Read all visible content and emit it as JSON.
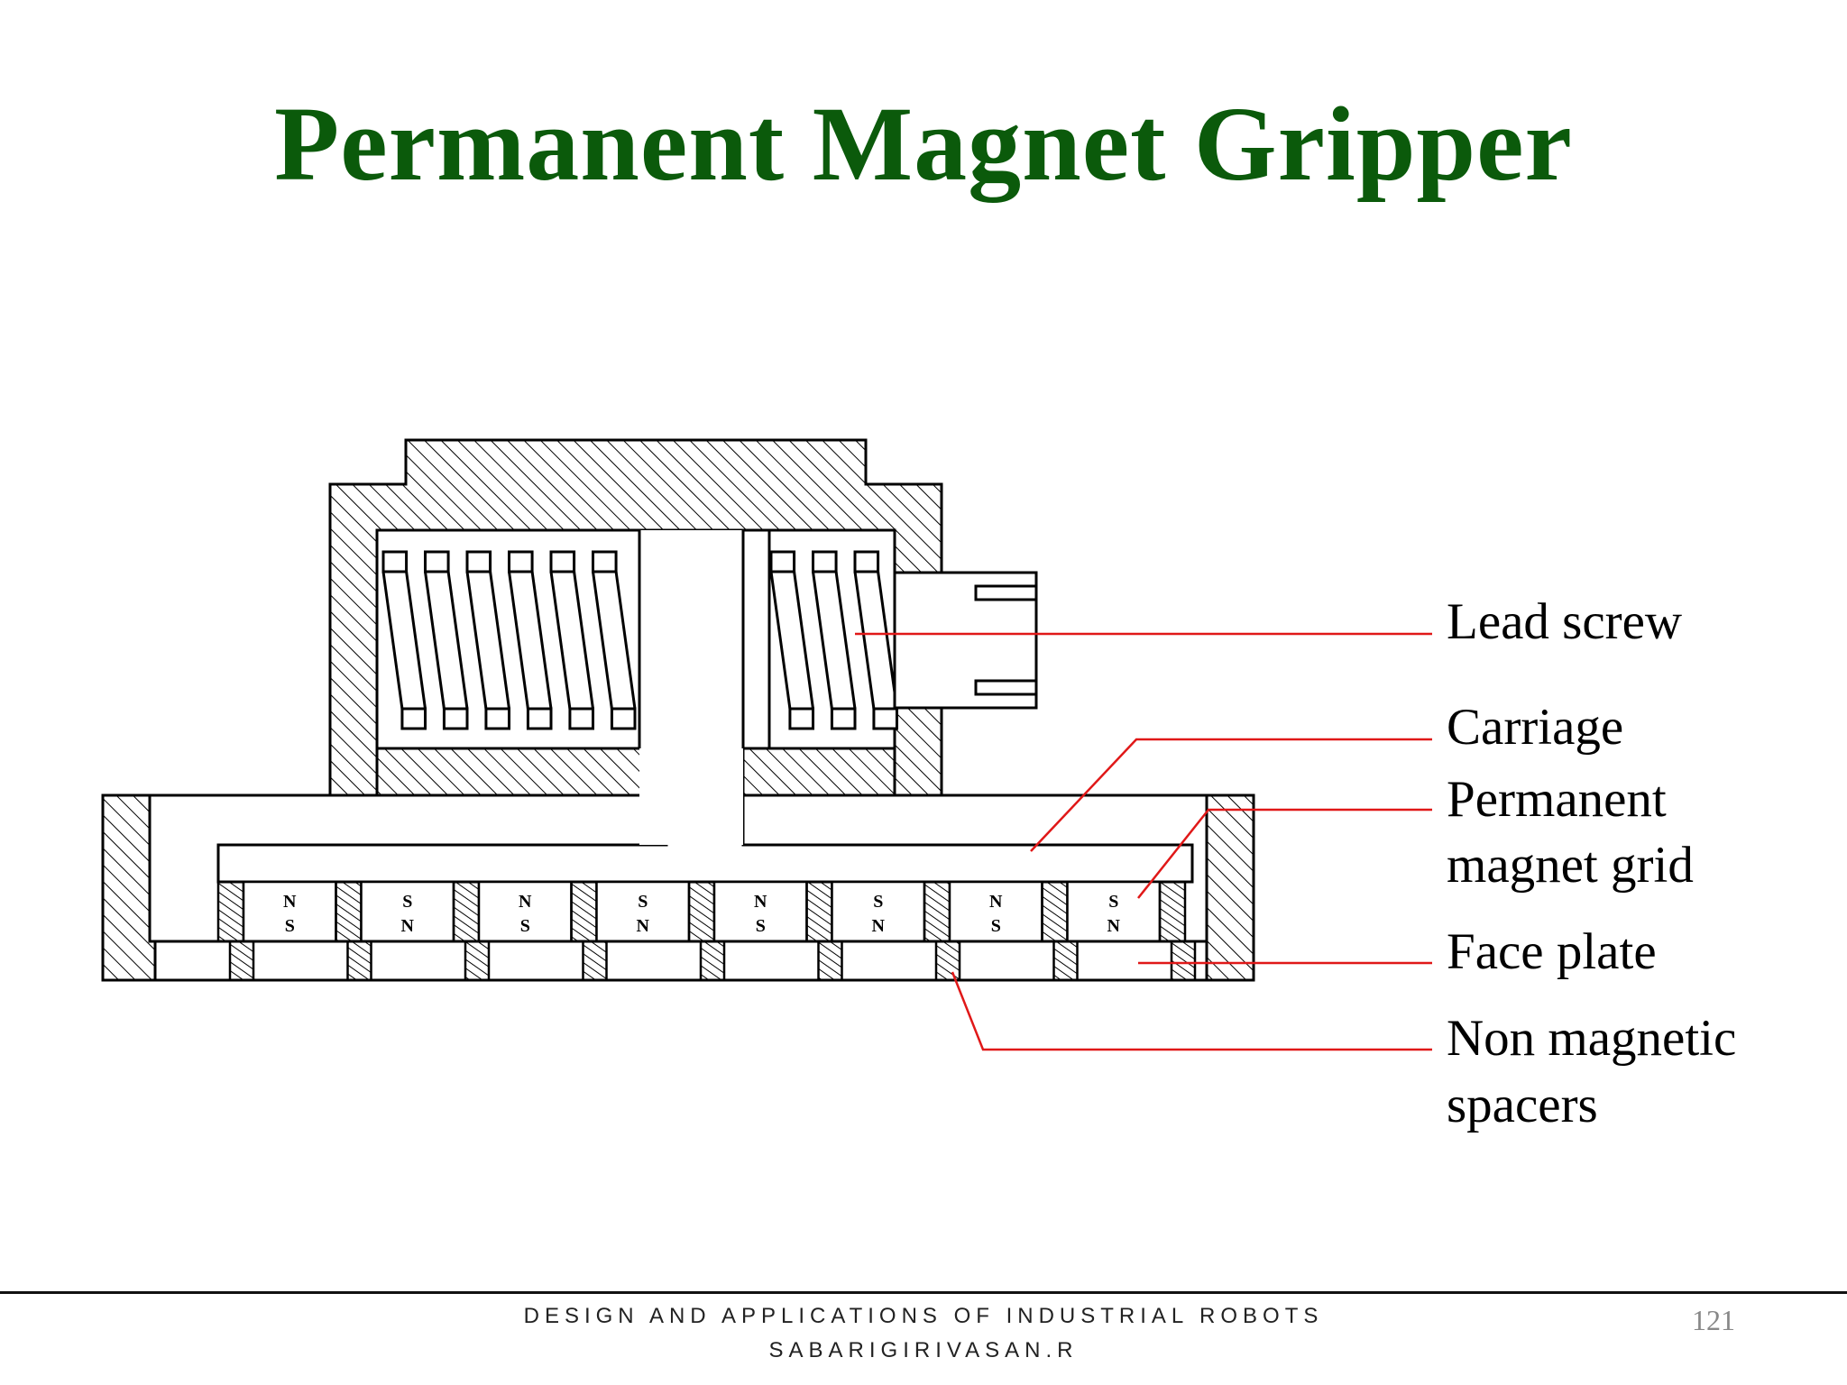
{
  "slide": {
    "title": "Permanent Magnet Gripper",
    "footer_line_1": "DESIGN AND APPLICATIONS OF INDUSTRIAL ROBOTS",
    "footer_line_2": "SABARIGIRIVASAN.R",
    "page_number": "121"
  },
  "diagram": {
    "labels": {
      "lead_screw": "Lead screw",
      "carriage": "Carriage",
      "pm_grid_1": "Permanent",
      "pm_grid_2": "magnet grid",
      "face_plate": "Face plate",
      "spacers_1": "Non magnetic",
      "spacers_2": "spacers"
    },
    "magnet_top_poles": [
      "N",
      "S",
      "N",
      "S",
      "N",
      "S",
      "N",
      "S"
    ],
    "magnet_bottom_poles": [
      "S",
      "N",
      "S",
      "N",
      "S",
      "N",
      "S",
      "N"
    ],
    "leader_color": "#e01818",
    "title_color": "#0b5a0b"
  }
}
